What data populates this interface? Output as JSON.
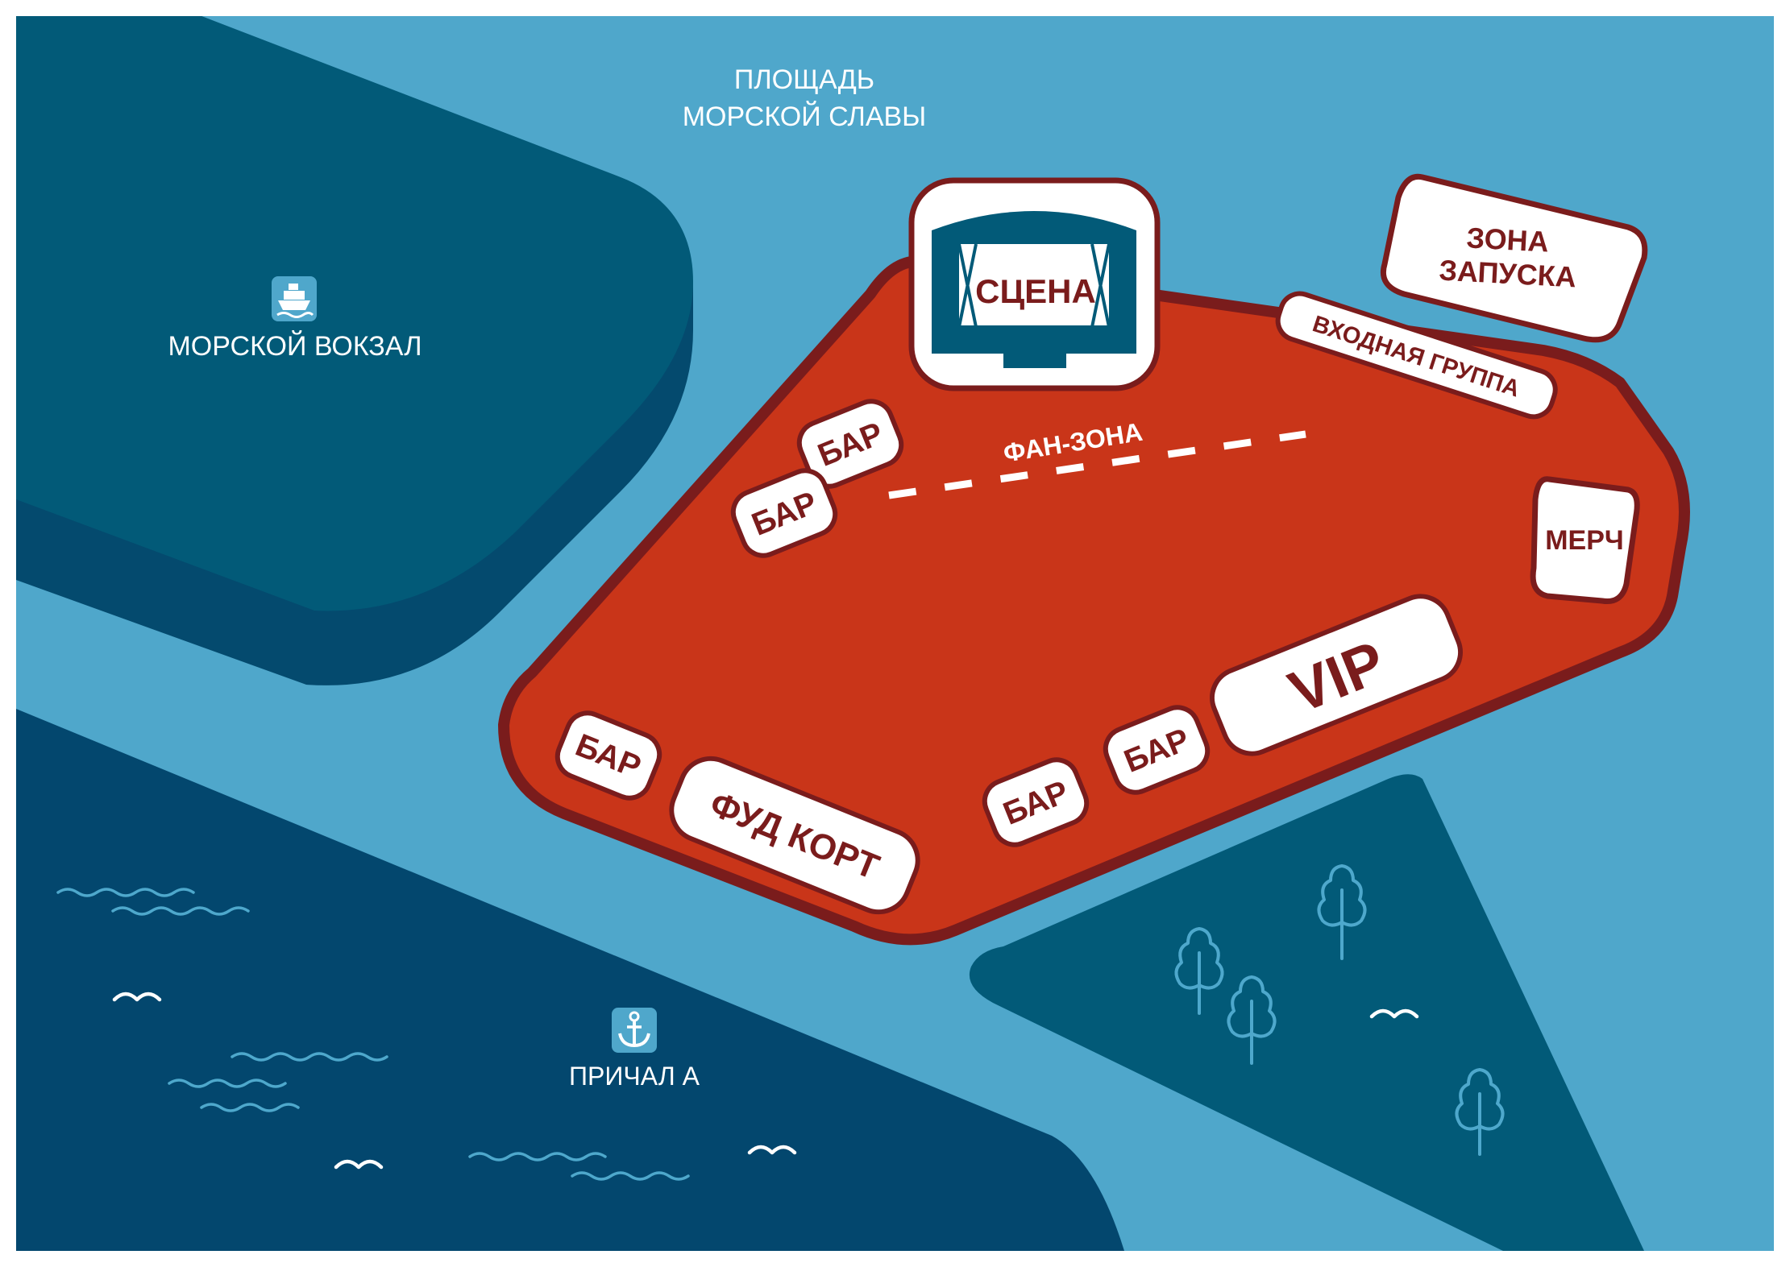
{
  "map": {
    "colors": {
      "frame": "#ffffff",
      "water": "#4fa7cb",
      "land_dark": "#025a78",
      "land_shadow": "#044a6e",
      "sea_dark": "#03476e",
      "venue": "#c93519",
      "venue_border": "#7a1c1c",
      "label_box": "#ffffff",
      "label_text": "#7a1c1c"
    },
    "places": {
      "square_line1": "ПЛОЩАДЬ",
      "square_line2": "МОРСКОЙ СЛАВЫ",
      "terminal": "МОРСКОЙ ВОКЗАЛ",
      "terminal_icon": "ship-icon",
      "pier": "ПРИЧАЛ А",
      "pier_icon": "anchor-icon"
    },
    "zones": {
      "stage": "СЦЕНА",
      "stage_icon": "stage-icon",
      "launch_line1": "ЗОНА",
      "launch_line2": "ЗАПУСКА",
      "entrance": "ВХОДНАЯ ГРУППА",
      "fan_zone": "ФАН-ЗОНА",
      "merch": "МЕРЧ",
      "vip": "VIP",
      "food_court": "ФУД КОРТ",
      "bars": [
        "БАР",
        "БАР",
        "БАР",
        "БАР",
        "БАР"
      ]
    }
  }
}
